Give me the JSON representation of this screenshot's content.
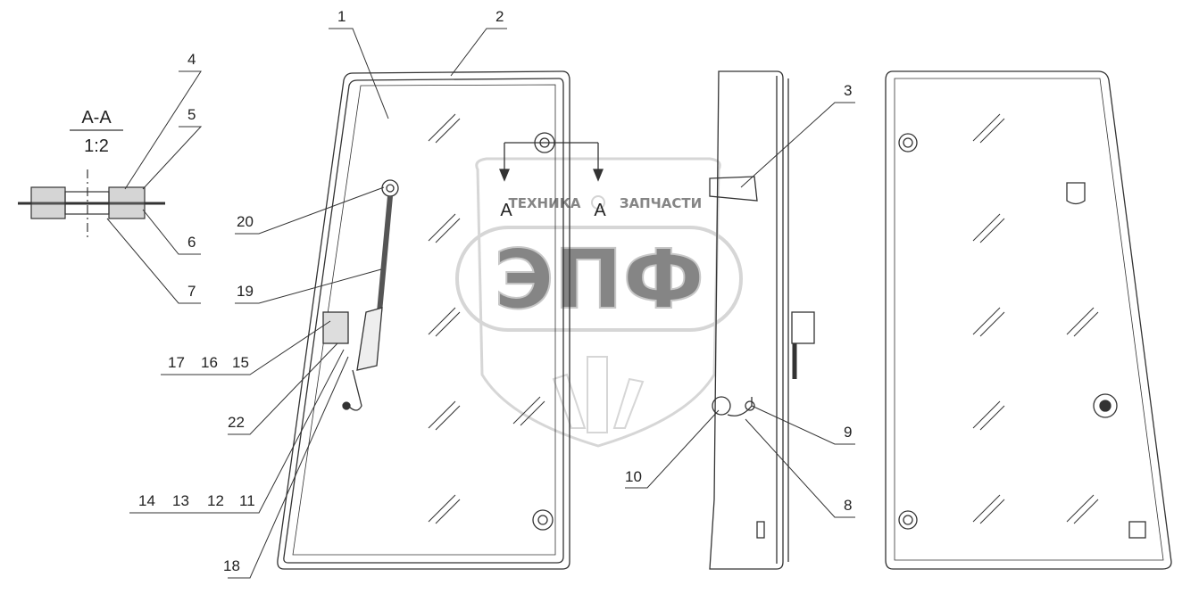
{
  "section": {
    "title": "A-A",
    "scale": "1:2",
    "arrow_labels": [
      "A",
      "A"
    ]
  },
  "callouts": [
    {
      "id": "c1",
      "label": "1"
    },
    {
      "id": "c2",
      "label": "2"
    },
    {
      "id": "c3",
      "label": "3"
    },
    {
      "id": "c4",
      "label": "4"
    },
    {
      "id": "c5",
      "label": "5"
    },
    {
      "id": "c6",
      "label": "6"
    },
    {
      "id": "c7",
      "label": "7"
    },
    {
      "id": "c8",
      "label": "8"
    },
    {
      "id": "c9",
      "label": "9"
    },
    {
      "id": "c10",
      "label": "10"
    },
    {
      "id": "c11",
      "label": "11"
    },
    {
      "id": "c12",
      "label": "12"
    },
    {
      "id": "c13",
      "label": "13"
    },
    {
      "id": "c14",
      "label": "14"
    },
    {
      "id": "c15",
      "label": "15"
    },
    {
      "id": "c16",
      "label": "16"
    },
    {
      "id": "c17",
      "label": "17"
    },
    {
      "id": "c18",
      "label": "18"
    },
    {
      "id": "c19",
      "label": "19"
    },
    {
      "id": "c20",
      "label": "20"
    },
    {
      "id": "c22",
      "label": "22"
    }
  ],
  "watermark": {
    "brand": "ЭПФ",
    "left_text": "ТЕХНИКА",
    "right_text": "ЗАПЧАСТИ",
    "color": "#b5b5b5"
  },
  "colors": {
    "line": "#333333",
    "background": "#ffffff"
  }
}
